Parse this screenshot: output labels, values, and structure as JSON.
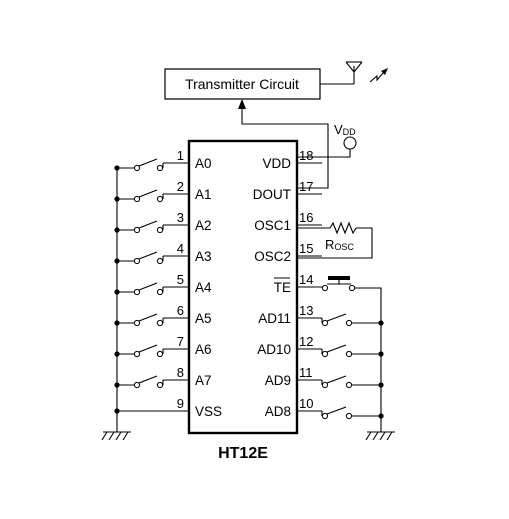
{
  "transmitter": {
    "label": "Transmitter Circuit"
  },
  "supply": {
    "main": "V",
    "sub": "DD"
  },
  "resistor": {
    "main": "R",
    "sub": "OSC"
  },
  "chip": {
    "name": "HT12E",
    "left_pins": [
      {
        "num": "1",
        "name": "A0"
      },
      {
        "num": "2",
        "name": "A1"
      },
      {
        "num": "3",
        "name": "A2"
      },
      {
        "num": "4",
        "name": "A3"
      },
      {
        "num": "5",
        "name": "A4"
      },
      {
        "num": "6",
        "name": "A5"
      },
      {
        "num": "7",
        "name": "A6"
      },
      {
        "num": "8",
        "name": "A7"
      },
      {
        "num": "9",
        "name": "VSS"
      }
    ],
    "right_pins": [
      {
        "num": "18",
        "name": "VDD"
      },
      {
        "num": "17",
        "name": "DOUT"
      },
      {
        "num": "16",
        "name": "OSC1"
      },
      {
        "num": "15",
        "name": "OSC2"
      },
      {
        "num": "14",
        "name": "TE"
      },
      {
        "num": "13",
        "name": "AD11"
      },
      {
        "num": "12",
        "name": "AD10"
      },
      {
        "num": "11",
        "name": "AD9"
      },
      {
        "num": "10",
        "name": "AD8"
      }
    ]
  }
}
